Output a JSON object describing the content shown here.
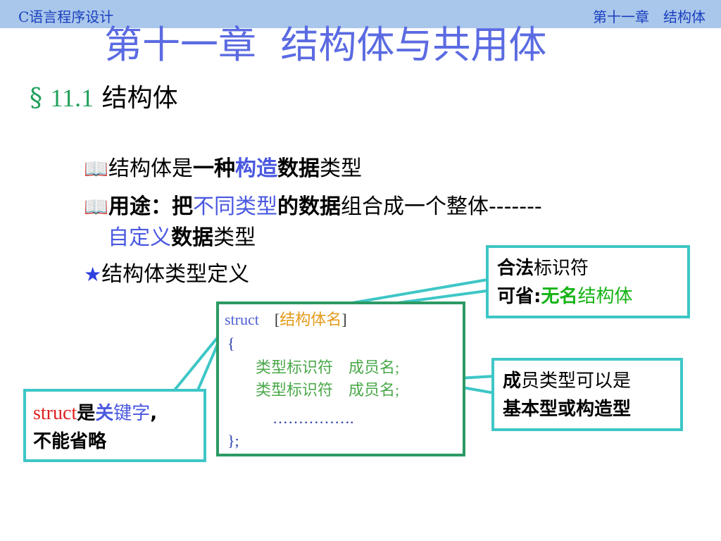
{
  "header": {
    "left": "C语言程序设计",
    "right": "第十一章　结构体"
  },
  "title": "第十一章  结构体与共用体",
  "section": {
    "symbol": "§",
    "number": "11.1",
    "text": " 结构体"
  },
  "bullets": [
    {
      "icon": "📖",
      "p1": "结构体是",
      "p2": "一种",
      "p3": "构造",
      "p4": "数据",
      "p5": "类型"
    },
    {
      "icon": "📖",
      "p1": "用途：",
      "p2": "把",
      "p3": "不同类型",
      "p4": "的数据",
      "p5": "组合成一个整体-------"
    },
    {
      "p1": "自定义",
      "p2": "数据",
      "p3": "类型"
    },
    {
      "icon": "★",
      "p1": "结构体类型定义"
    }
  ],
  "code": {
    "kw": "struct",
    "gap": "    ",
    "ob": "[",
    "name": "结构体名",
    "cb": "]",
    "open": "{",
    "row1a": "类型标识符",
    "row1b": "成员名;",
    "row2a": "类型标识符",
    "row2b": "成员名;",
    "dots": "…………….",
    "close": "};"
  },
  "callout_top": {
    "a": "合法",
    "b": "标识符",
    "c": "可省",
    "d": ":",
    "e": "无名",
    "f": "结构体"
  },
  "callout_left": {
    "a": "struct",
    "b": "是",
    "c": "关",
    "d": "键字",
    "e": ",",
    "f": "不能省略"
  },
  "callout_right": {
    "a": "成",
    "b": "员类型可以是",
    "c": "基本型或构造型"
  },
  "colors": {
    "header_bg": "#a9c7ea",
    "title": "#5b6be2",
    "teal": "#3ec6c6",
    "code_border": "#2c9a63"
  }
}
